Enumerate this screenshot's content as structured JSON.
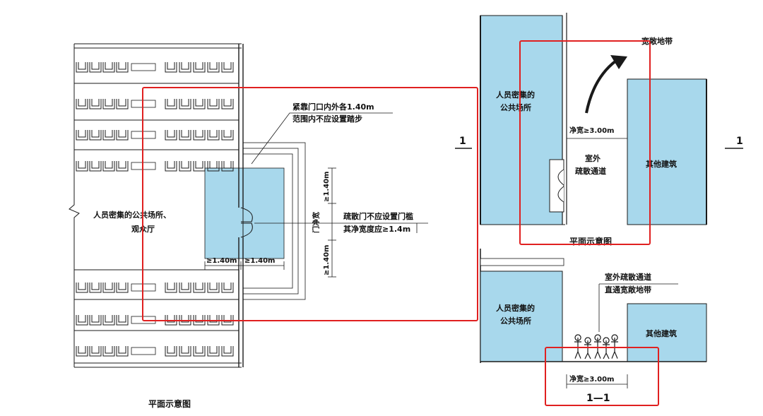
{
  "left_plan": {
    "room_label_line1": "人员密集的公共场所、",
    "room_label_line2": "观众厅",
    "note_top_line1": "紧靠门口内外各1.40m",
    "note_top_line2": "范围内不应设置踏步",
    "note_door_line1": "疏散门不应设置门槛",
    "note_door_line2": "其净宽度应≥1.4m",
    "dim_inside": "≥1.40m",
    "dim_outside": "≥1.40m",
    "dim_v_top": "≥1.40m",
    "dim_v_mid": "门净宽",
    "dim_v_bottom": "≥1.40m",
    "caption": "平面示意图"
  },
  "right_plan": {
    "label_open_zone": "宽敞地带",
    "label_public": "人员密集的",
    "label_public_2": "公共场所",
    "label_clear": "净宽≥3.00m",
    "label_passage": "室外",
    "label_passage_2": "疏散通道",
    "label_other": "其他建筑",
    "section_marker": "1",
    "caption": "平面示意图"
  },
  "section_view": {
    "note_line1": "室外疏散通道",
    "note_line2": "直通宽敞地带",
    "label_public": "人员密集的",
    "label_public_2": "公共场所",
    "label_other": "其他建筑",
    "label_clear": "净宽≥3.00m",
    "caption": "1—1"
  },
  "colors": {
    "fill_blue": "#a8d8ec",
    "highlight_red": "#e02020",
    "line": "#1a1a1a"
  }
}
